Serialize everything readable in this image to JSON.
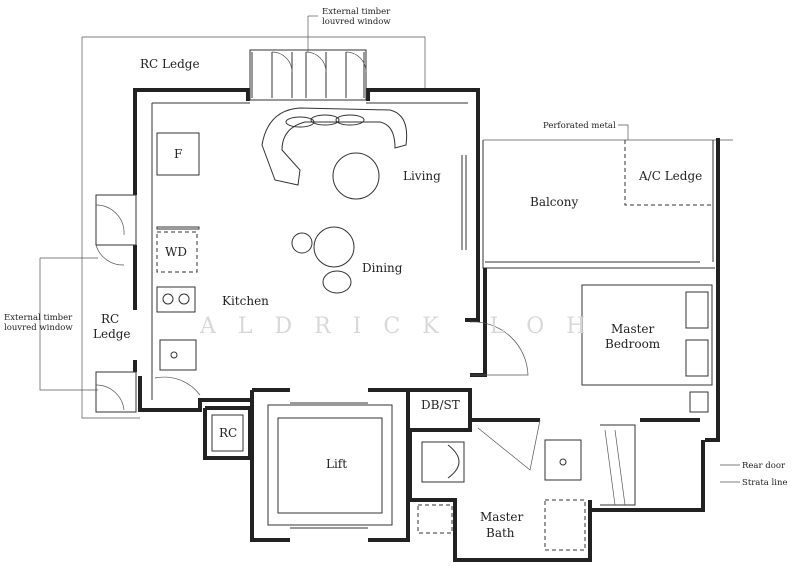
{
  "watermark": "ALDRICK LOH",
  "rooms": {
    "rc_ledge_top": "RC Ledge",
    "living": "Living",
    "dining": "Dining",
    "kitchen": "Kitchen",
    "balcony": "Balcony",
    "ac_ledge": "A/C Ledge",
    "master_bedroom_line1": "Master",
    "master_bedroom_line2": "Bedroom",
    "rc_ledge_left_line1": "RC",
    "rc_ledge_left_line2": "Ledge",
    "rc": "RC",
    "lift": "Lift",
    "db_st": "DB/ST",
    "master_bath_line1": "Master",
    "master_bath_line2": "Bath",
    "fridge": "F",
    "washer_dryer": "WD"
  },
  "annotations": {
    "external_window_top_line1": "External timber",
    "external_window_top_line2": "louvred window",
    "external_window_left_line1": "External timber",
    "external_window_left_line2": "louvred window",
    "perforated_metal": "Perforated metal",
    "rear_door": "Rear door",
    "strata_line": "Strata line"
  }
}
